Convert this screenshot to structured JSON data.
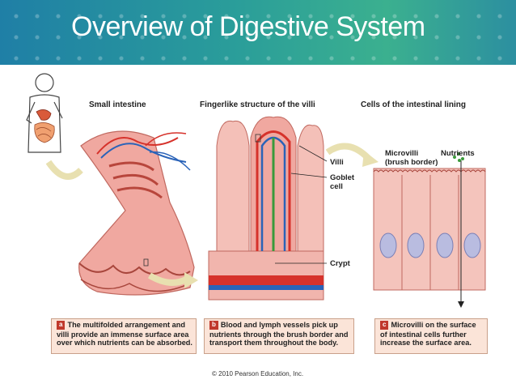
{
  "slide": {
    "title": "Overview of Digestive System"
  },
  "headings": {
    "a": "Small intestine",
    "b": "Fingerlike structure of the villi",
    "c": "Cells of the intestinal lining"
  },
  "labels": {
    "villi": "Villi",
    "goblet_line1": "Goblet",
    "goblet_line2": "cell",
    "crypt": "Crypt",
    "microvilli_line1": "Microvilli",
    "microvilli_line2": "(brush border)",
    "nutrients": "Nutrients"
  },
  "captions": {
    "a": {
      "badge": "a",
      "text": "The multifolded arrangement and villi provide an immense surface area over which nutrients can be absorbed."
    },
    "b": {
      "badge": "b",
      "text": "Blood and lymph vessels pick up nutrients through the brush border and transport them throughout the body."
    },
    "c": {
      "badge": "c",
      "text": "Microvilli on the surface of intestinal cells further increase the surface area."
    }
  },
  "credit": "© 2010 Pearson Education, Inc.",
  "colors": {
    "tissue": "#f0a8a0",
    "tissue_dark": "#d97a72",
    "artery": "#d6322b",
    "vein": "#2a63b8",
    "lymph": "#3a9a3a",
    "caption_bg": "#fbe4d8"
  }
}
